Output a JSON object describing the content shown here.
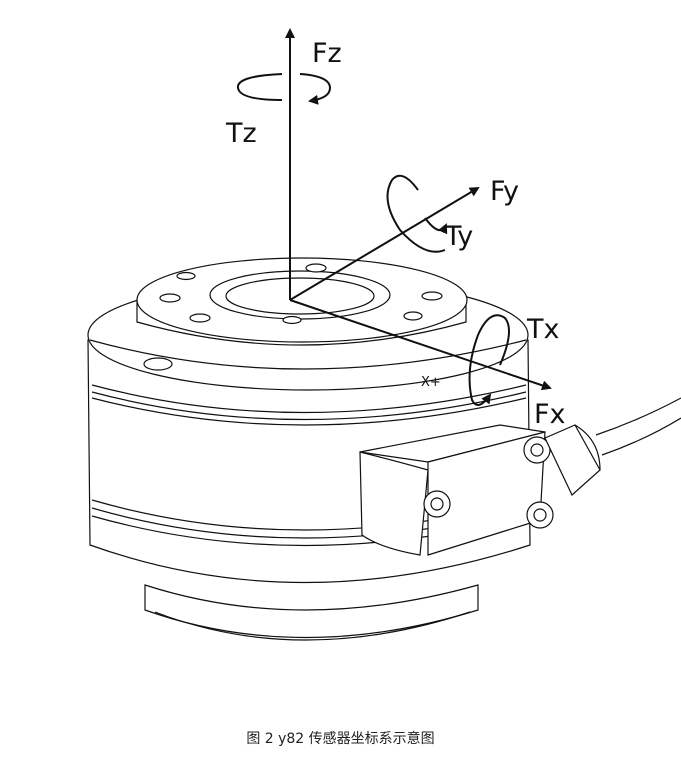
{
  "axes": {
    "fz": "Fz",
    "tz": "Tz",
    "fy": "Fy",
    "ty": "Ty",
    "tx": "Tx",
    "fx": "Fx",
    "xplus": "X+"
  },
  "caption": "图 2 y82 传感器坐标系示意图",
  "colors": {
    "line": "#111111",
    "background": "#ffffff"
  }
}
